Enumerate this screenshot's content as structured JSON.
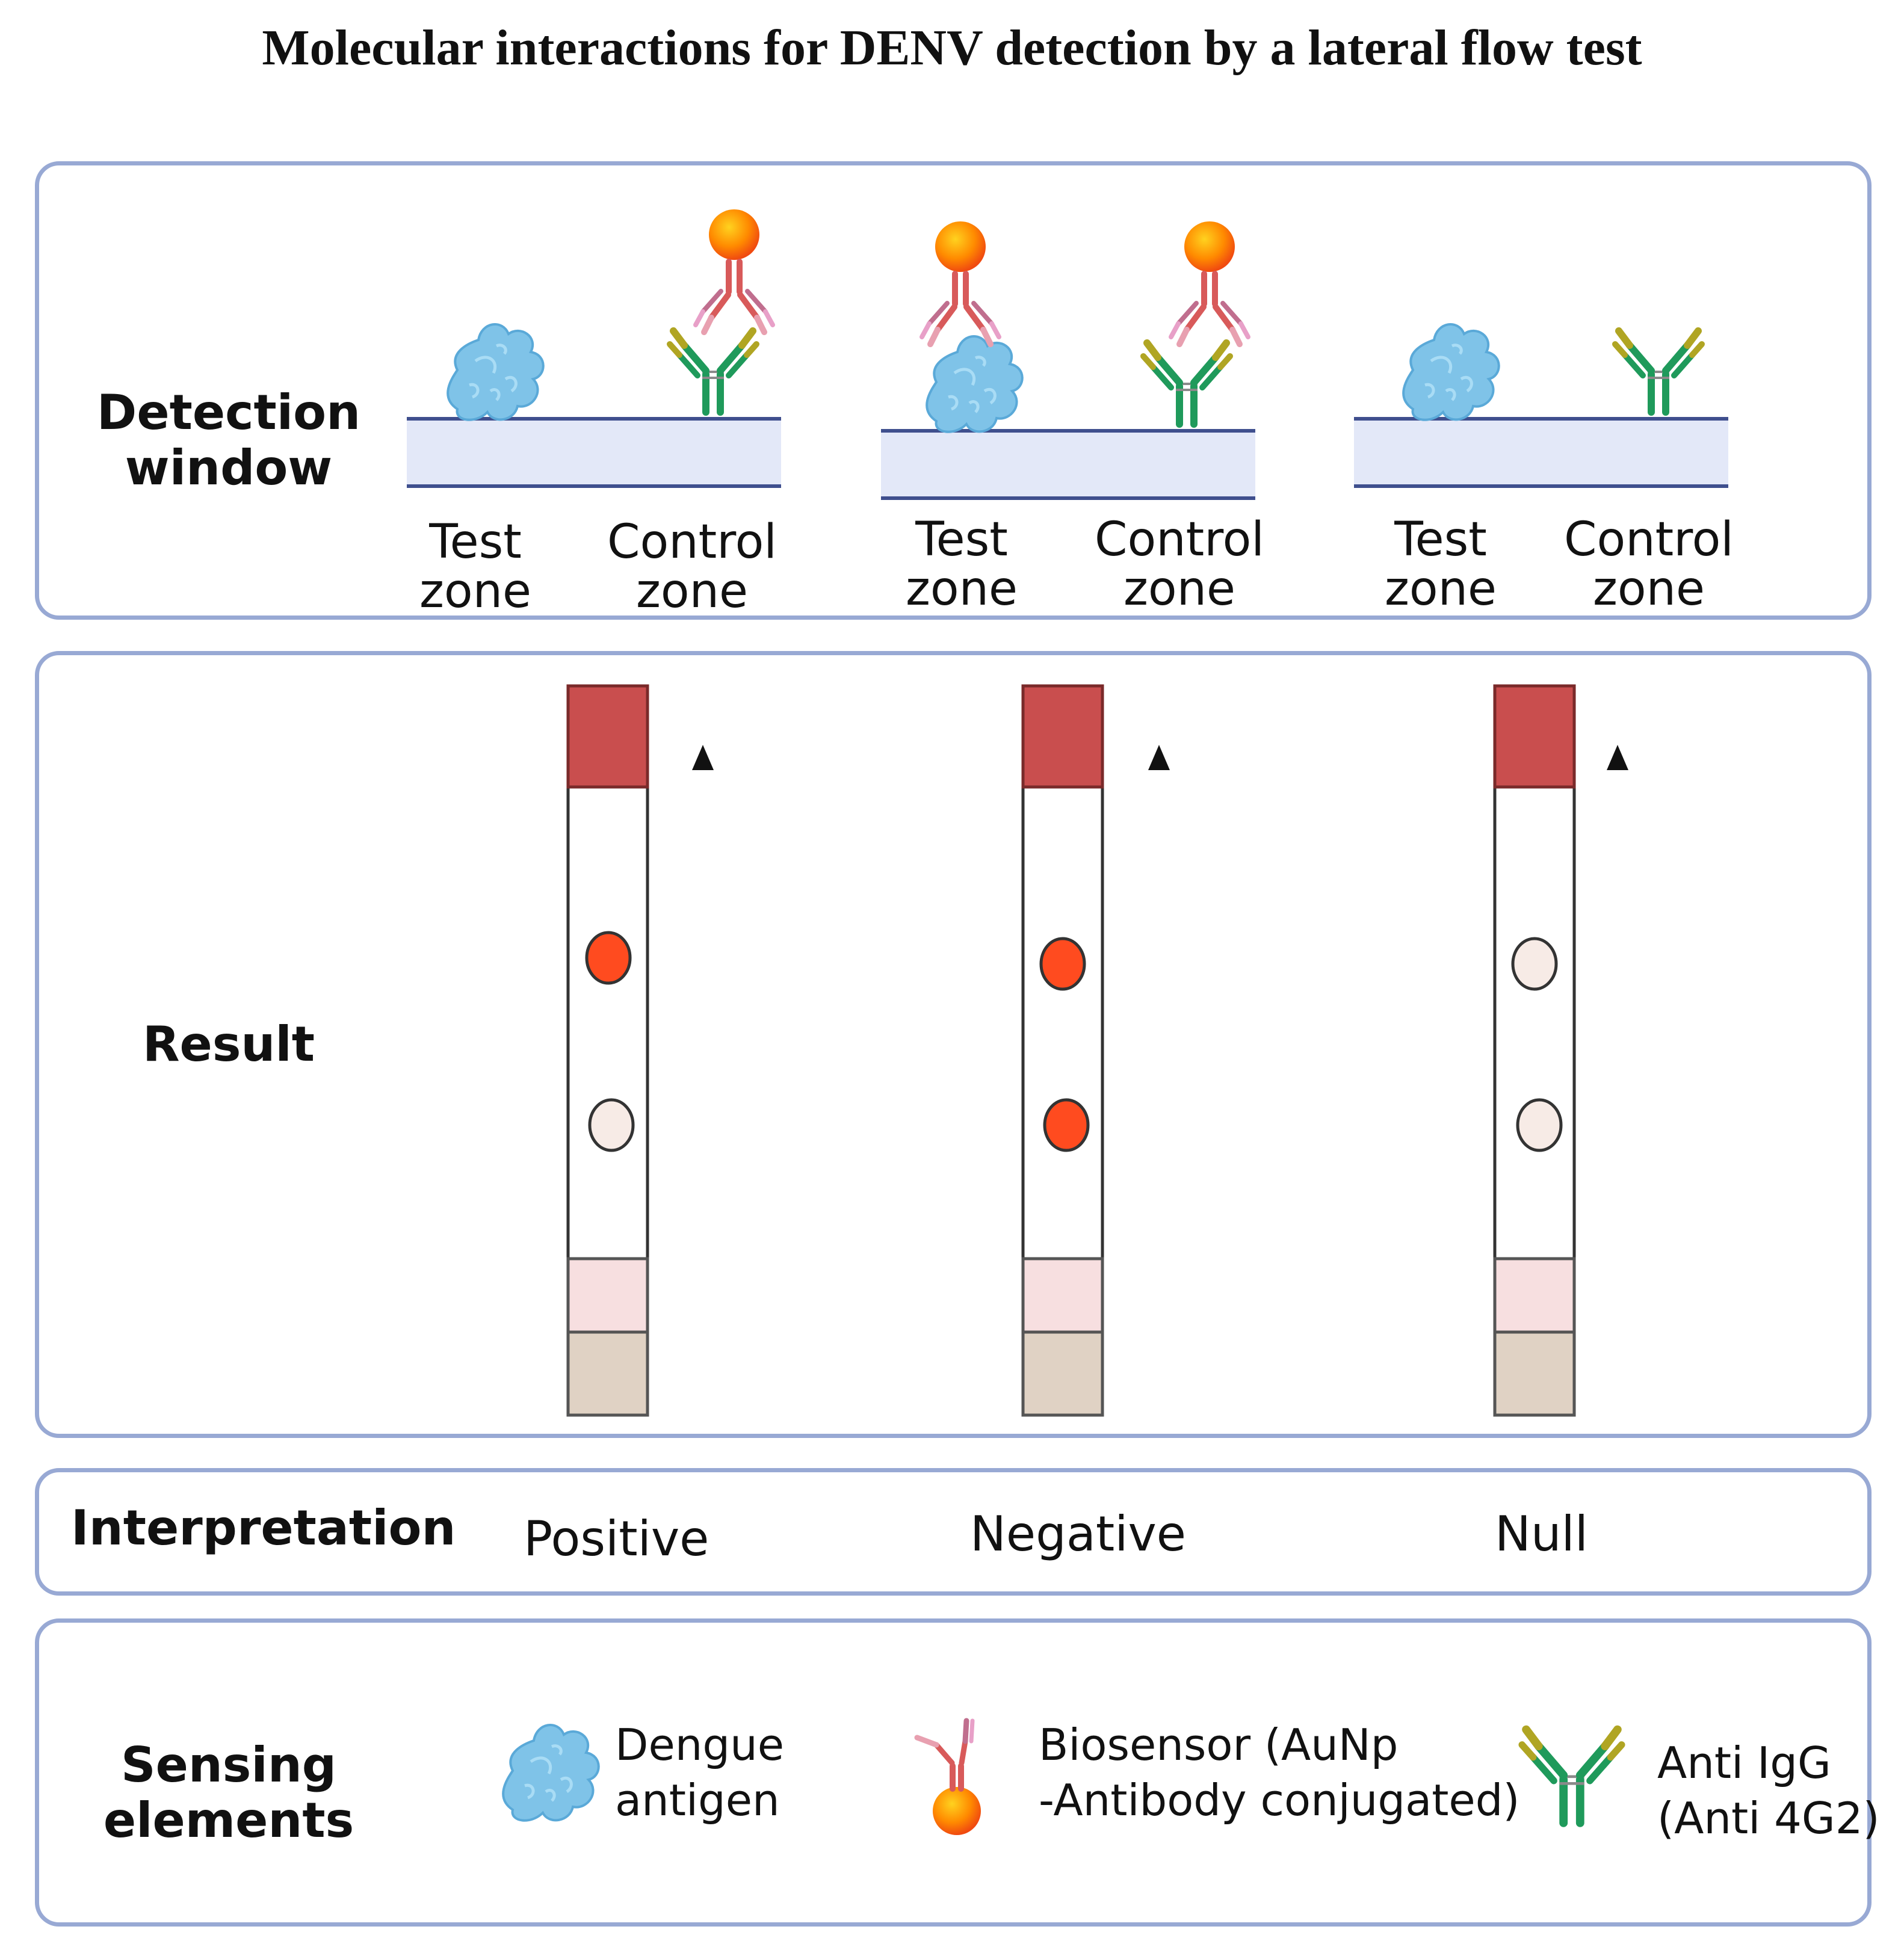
{
  "title": "Molecular interactions for DENV detection by a lateral flow test",
  "detection": {
    "label": "Detection\nwindow",
    "panels": [
      {
        "test_label": "Test\nzone",
        "control_label": "Control\nzone"
      },
      {
        "test_label": "Test\nzone",
        "control_label": "Control\nzone"
      },
      {
        "test_label": "Test\nzone",
        "control_label": "Control\nzone"
      }
    ]
  },
  "result": {
    "label": "Result",
    "strips": [
      {
        "upper_dot": "filled",
        "lower_dot": "empty"
      },
      {
        "upper_dot": "filled",
        "lower_dot": "filled"
      },
      {
        "upper_dot": "empty",
        "lower_dot": "empty"
      }
    ]
  },
  "interpretation": {
    "label": "Interpretation",
    "values": [
      "Positive",
      "Negative",
      "Null"
    ]
  },
  "sensing": {
    "label": "Sensing\nelements",
    "items": [
      {
        "icon": "dengue-antigen-icon",
        "text": "Dengue\nantigen"
      },
      {
        "icon": "biosensor-icon",
        "text": "Biosensor (AuNp\n-Antibody conjugated)"
      },
      {
        "icon": "anti-igg-icon",
        "text": "Anti IgG\n(Anti 4G2)"
      }
    ]
  },
  "colors": {
    "panel_border": "#98a9d4",
    "membrane": "#e3e8f8",
    "absorbent_pad": "#c94e4e",
    "conjugate_pad": "#f7dfe0",
    "sample_pad": "#e0d2c4",
    "dot_filled": "#ff4b1f",
    "dot_empty": "#f7ebe6",
    "antigen": "#7fc3e8",
    "igg_green": "#1f9a5b",
    "igg_olive": "#b0a523",
    "biosensor": "#d85a5a",
    "aunp": "#ff7a00"
  }
}
